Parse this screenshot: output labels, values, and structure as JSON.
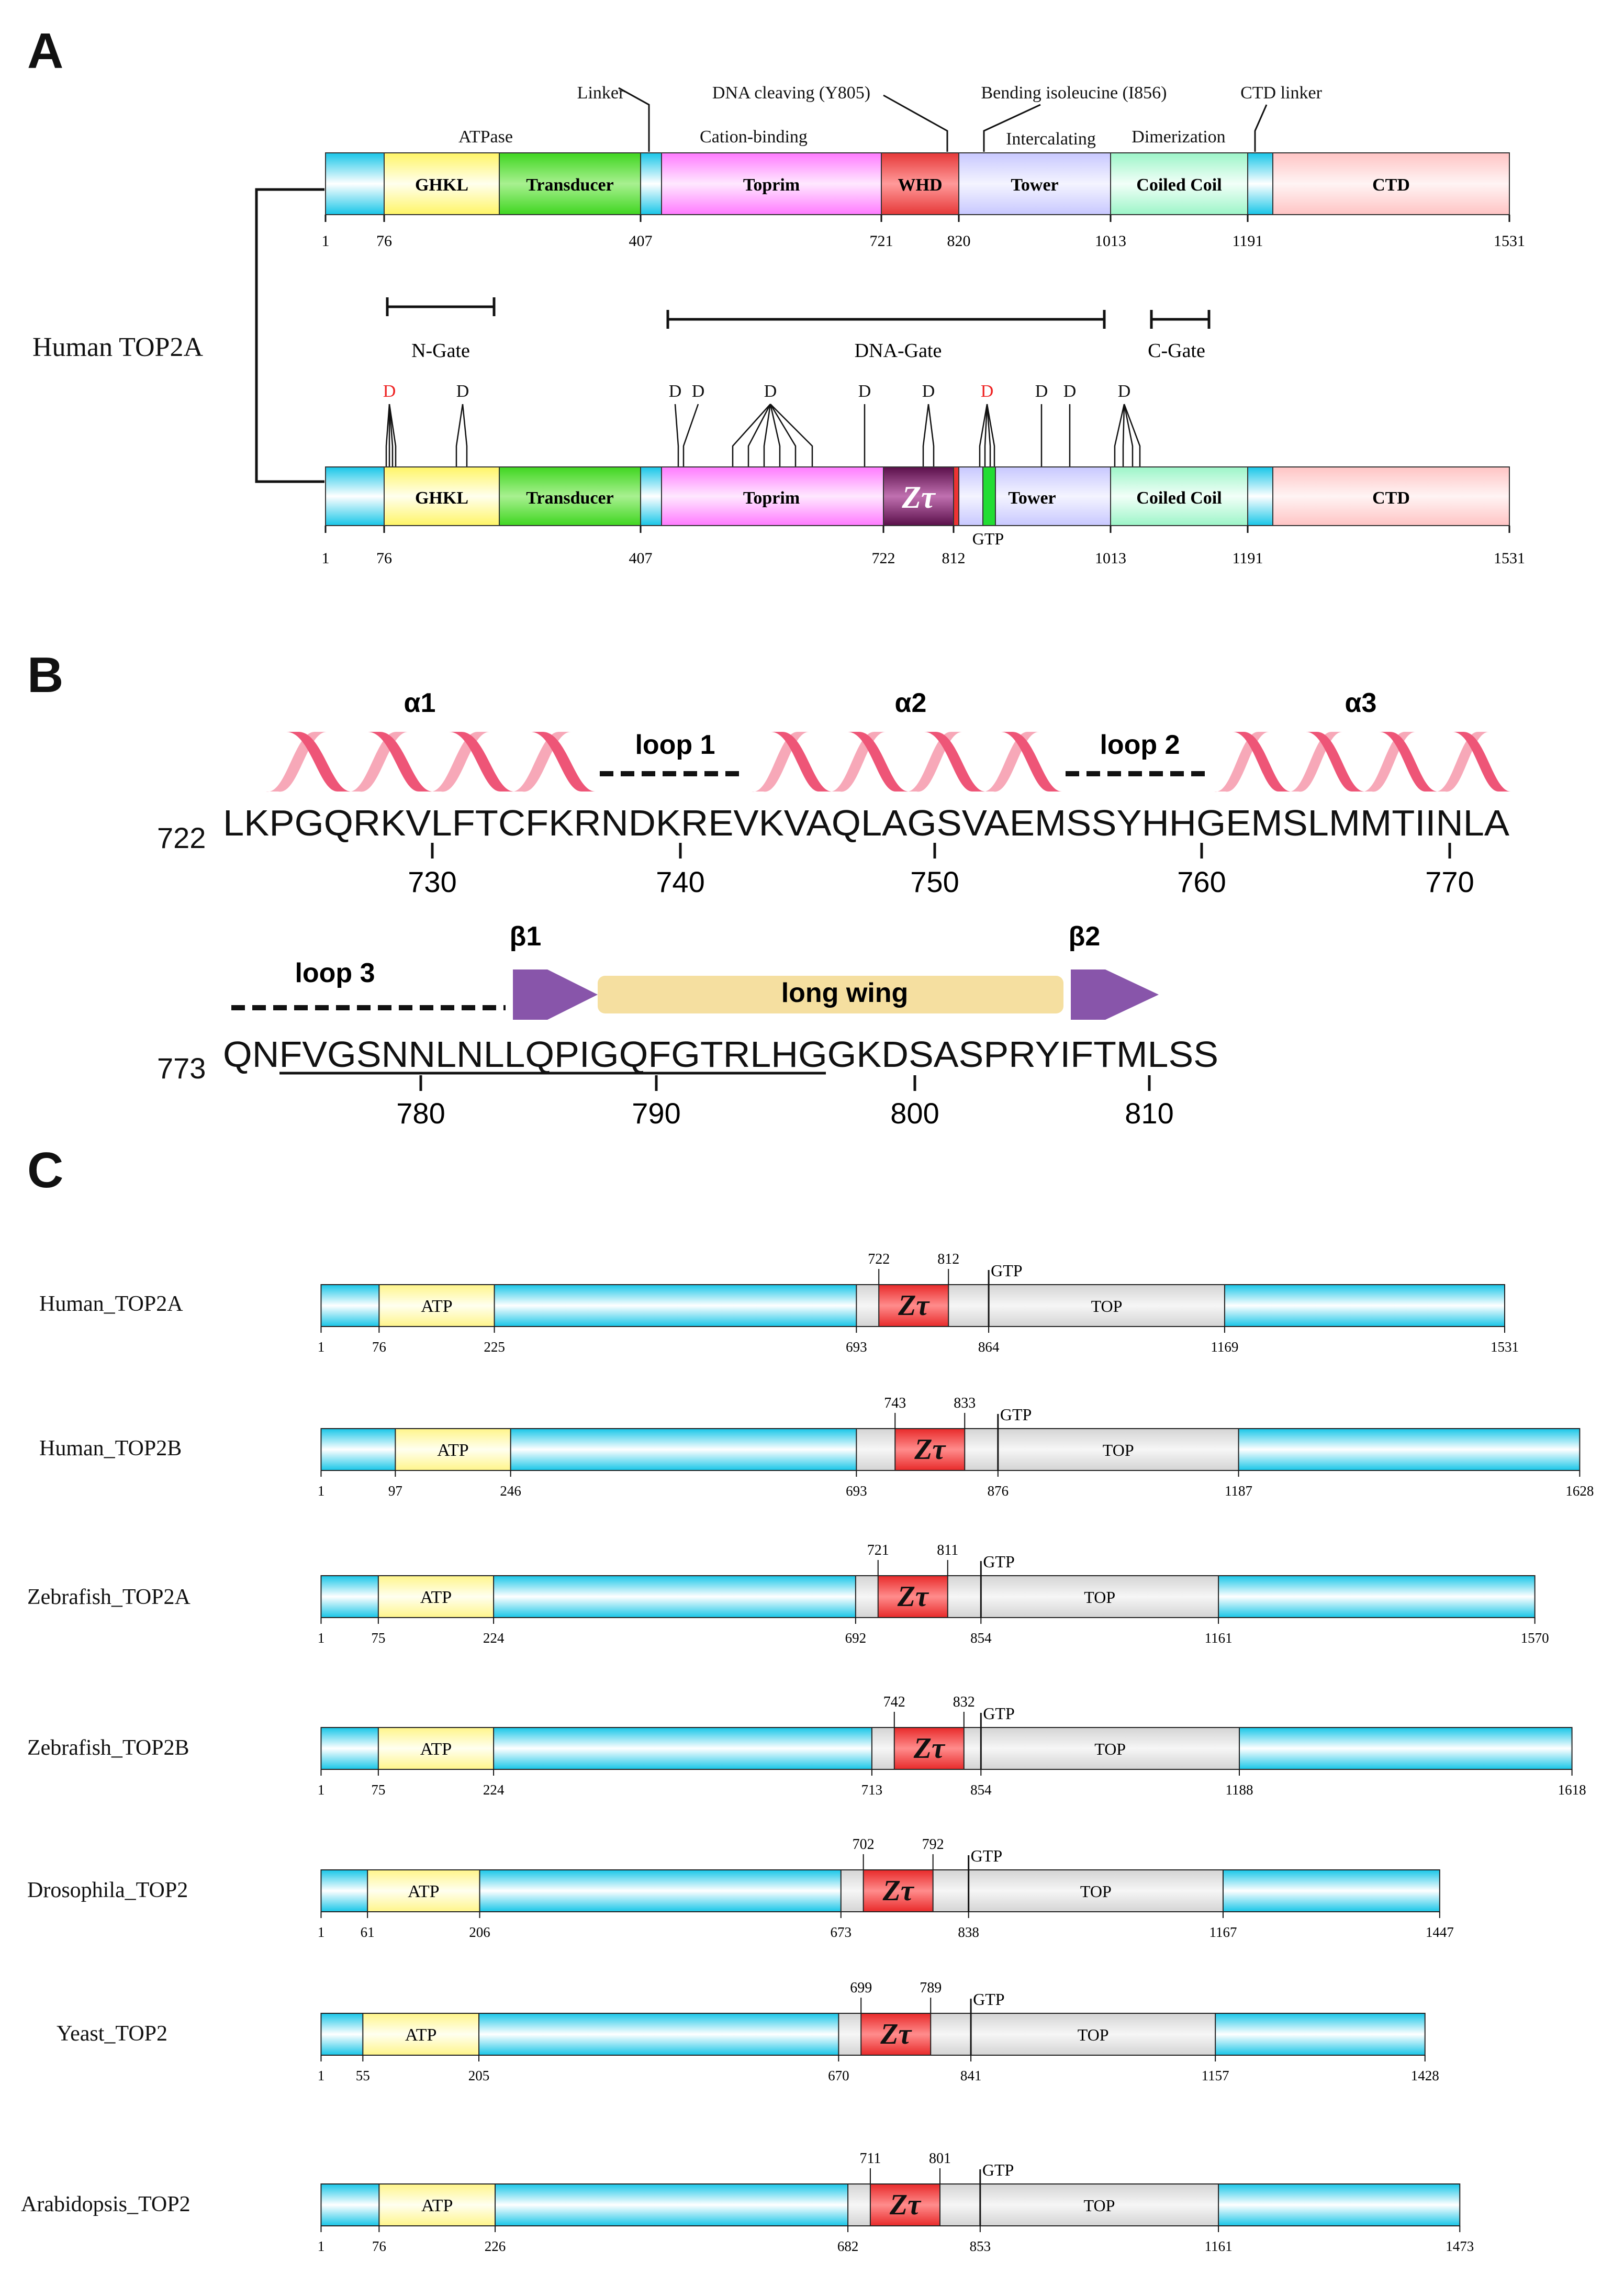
{
  "panels": {
    "a": "A",
    "b": "B",
    "c": "C"
  },
  "panel_a": {
    "organism": "Human TOP2A",
    "top_annotations": {
      "atpase": "ATPase",
      "linker": "Linker",
      "cation": "Cation-binding",
      "cleaving": "DNA cleaving (Y805)",
      "bending": "Bending isoleucine (I856)",
      "intercalating": "Intercalating",
      "dimerization": "Dimerization",
      "ctd_linker": "CTD linker"
    },
    "bar1": {
      "domains": [
        {
          "key": "cap",
          "label": "",
          "color": "#22ccee"
        },
        {
          "key": "ghkl",
          "label": "GHKL",
          "color": "#ffff66"
        },
        {
          "key": "transducer",
          "label": "Transducer",
          "color": "#44dd22"
        },
        {
          "key": "linker",
          "label": "",
          "color": "#22ccee"
        },
        {
          "key": "toprim",
          "label": "Toprim",
          "color": "#ff88ff"
        },
        {
          "key": "whd",
          "label": "WHD",
          "color": "#ee4444"
        },
        {
          "key": "tower",
          "label": "Tower",
          "color": "#ccccff"
        },
        {
          "key": "coiled",
          "label": "Coiled Coil",
          "color": "#aaffcc"
        },
        {
          "key": "ctdlinker",
          "label": "",
          "color": "#22ccee"
        },
        {
          "key": "ctd",
          "label": "CTD",
          "color": "#ffcccc"
        }
      ],
      "ticks": [
        "1",
        "76",
        "407",
        "721",
        "820",
        "1013",
        "1191",
        "1531"
      ]
    },
    "gates": {
      "n": "N-Gate",
      "dna": "DNA-Gate",
      "c": "C-Gate"
    },
    "d_letter": "D",
    "bar2": {
      "labels": {
        "ghkl": "GHKL",
        "transducer": "Transducer",
        "toprim": "Toprim",
        "ztau": "Zτ",
        "tower": "Tower",
        "coiled": "Coiled Coil",
        "ctd": "CTD"
      },
      "gtp": "GTP",
      "ticks": [
        "1",
        "76",
        "407",
        "722",
        "812",
        "1013",
        "1191",
        "1531"
      ]
    }
  },
  "panel_b": {
    "row1": {
      "start": "722",
      "sequence": "LKPGQRKVLFTCFKRNDKREVKVAQLAGSVAEMSSYHHGEMSLMMTIINLA",
      "ticks": [
        "730",
        "740",
        "750",
        "760",
        "770"
      ],
      "helices": [
        "α1",
        "α2",
        "α3"
      ],
      "loops": [
        "loop 1",
        "loop 2"
      ]
    },
    "row2": {
      "start": "773",
      "sequence": "QNFVGSNNLNLLQPIGQFGTRLHGGKDSASPRYIFTMLSS",
      "ticks": [
        "780",
        "790",
        "800",
        "810"
      ],
      "loop3": "loop 3",
      "beta1": "β1",
      "beta2": "β2",
      "long_wing": "long wing"
    },
    "colors": {
      "helix": "#ee5577",
      "beta": "#8855aa",
      "wing": "#f5dfa0"
    }
  },
  "panel_c": {
    "domain_labels": {
      "atp": "ATP",
      "ztau": "Zτ",
      "gtp": "GTP",
      "top": "TOP"
    },
    "colors": {
      "cyan": "#22ccee",
      "atp": "#ffff88",
      "top": "#dddddd",
      "ztau": "#ee3333"
    },
    "rows": [
      {
        "name": "Human_TOP2A",
        "length": 1531,
        "atp": [
          76,
          225
        ],
        "top": [
          693,
          1169
        ],
        "ztau": [
          722,
          812
        ],
        "gtp": 864,
        "ticks": [
          "1",
          "76",
          "225",
          "693",
          "864",
          "1169",
          "1531"
        ],
        "zlabels": [
          "722",
          "812"
        ]
      },
      {
        "name": "Human_TOP2B",
        "length": 1628,
        "atp": [
          97,
          246
        ],
        "top": [
          693,
          1187
        ],
        "ztau": [
          743,
          833
        ],
        "gtp": 876,
        "ticks": [
          "1",
          "97",
          "246",
          "693",
          "876",
          "1187",
          "1628"
        ],
        "zlabels": [
          "743",
          "833"
        ]
      },
      {
        "name": "Zebrafish_TOP2A",
        "length": 1570,
        "atp": [
          75,
          224
        ],
        "top": [
          692,
          1161
        ],
        "ztau": [
          721,
          811
        ],
        "gtp": 854,
        "ticks": [
          "1",
          "75",
          "224",
          "692",
          "854",
          "1161",
          "1570"
        ],
        "zlabels": [
          "721",
          "811"
        ]
      },
      {
        "name": "Zebrafish_TOP2B",
        "length": 1618,
        "atp": [
          75,
          224
        ],
        "top": [
          713,
          1188
        ],
        "ztau": [
          742,
          832
        ],
        "gtp": 854,
        "ticks": [
          "1",
          "75",
          "224",
          "713",
          "854",
          "1188",
          "1618"
        ],
        "zlabels": [
          "742",
          "832"
        ]
      },
      {
        "name": "Drosophila_TOP2",
        "length": 1447,
        "atp": [
          61,
          206
        ],
        "top": [
          673,
          1167
        ],
        "ztau": [
          702,
          792
        ],
        "gtp": 838,
        "ticks": [
          "1",
          "61",
          "206",
          "673",
          "838",
          "1167",
          "1447"
        ],
        "zlabels": [
          "702",
          "792"
        ]
      },
      {
        "name": "Yeast_TOP2",
        "length": 1428,
        "atp": [
          55,
          205
        ],
        "top": [
          670,
          1157
        ],
        "ztau": [
          699,
          789
        ],
        "gtp": 841,
        "ticks": [
          "1",
          "55",
          "205",
          "670",
          "841",
          "1157",
          "1428"
        ],
        "zlabels": [
          "699",
          "789"
        ]
      },
      {
        "name": "Arabidopsis_TOP2",
        "length": 1473,
        "atp": [
          76,
          226
        ],
        "top": [
          682,
          1161
        ],
        "ztau": [
          711,
          801
        ],
        "gtp": 853,
        "ticks": [
          "1",
          "76",
          "226",
          "682",
          "853",
          "1161",
          "1473"
        ],
        "zlabels": [
          "711",
          "801"
        ]
      }
    ]
  }
}
